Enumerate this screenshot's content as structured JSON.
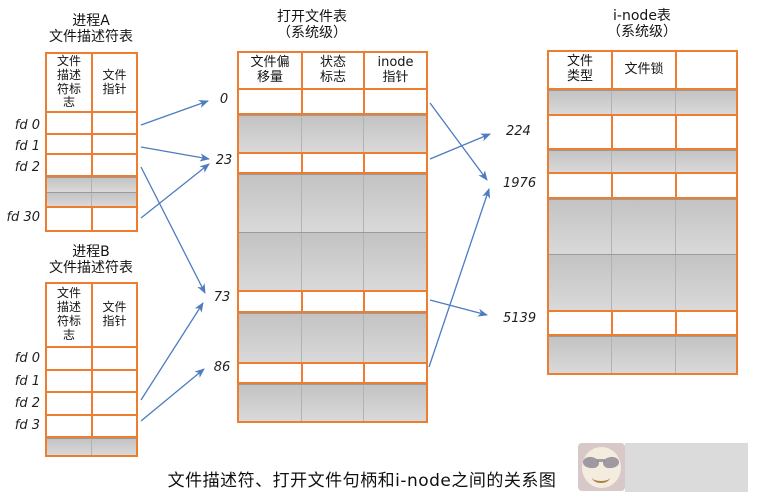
{
  "colors": {
    "table_border": "#ED7D31",
    "arrow": "#4d7cc0",
    "gray_fill_top": "#c3c3c3",
    "gray_fill_bottom": "#d9d9d9"
  },
  "caption": "文件描述符、打开文件句柄和i-node之间的关系图",
  "process_a": {
    "title_line1": "进程A",
    "title_line2": "文件描述符表",
    "columns": [
      "文件描述符标志",
      "文件指针"
    ],
    "fd_labels": [
      "fd 0",
      "fd 1",
      "fd 2",
      "fd 30"
    ]
  },
  "process_b": {
    "title_line1": "进程B",
    "title_line2": "文件描述符表",
    "columns": [
      "文件描述符标志",
      "文件指针"
    ],
    "fd_labels": [
      "fd 0",
      "fd 1",
      "fd 2",
      "fd 3"
    ]
  },
  "open_file_table": {
    "title_line1": "打开文件表",
    "title_line2": "（系统级）",
    "columns": [
      "文件偏移量",
      "状态标志",
      "inode指针"
    ],
    "row_labels": [
      "0",
      "23",
      "73",
      "86"
    ]
  },
  "inode_table": {
    "title_line1": "i-node表",
    "title_line2": "（系统级）",
    "columns": [
      "文件类型",
      "文件锁",
      ""
    ],
    "row_labels": [
      "224",
      "1976",
      "5139"
    ]
  },
  "connections": [
    {
      "from": "进程A fd 0",
      "to": "打开文件表 0"
    },
    {
      "from": "进程A fd 1",
      "to": "打开文件表 23"
    },
    {
      "from": "进程A fd 2",
      "to": "打开文件表 73"
    },
    {
      "from": "进程A fd 30",
      "to": "打开文件表 23"
    },
    {
      "from": "进程B fd 2",
      "to": "打开文件表 73"
    },
    {
      "from": "进程B fd 3",
      "to": "打开文件表 86"
    },
    {
      "from": "打开文件表 0",
      "to": "i-node 1976"
    },
    {
      "from": "打开文件表 23",
      "to": "i-node 224"
    },
    {
      "from": "打开文件表 73",
      "to": "i-node 5139"
    },
    {
      "from": "打开文件表 86",
      "to": "i-node 1976"
    }
  ]
}
